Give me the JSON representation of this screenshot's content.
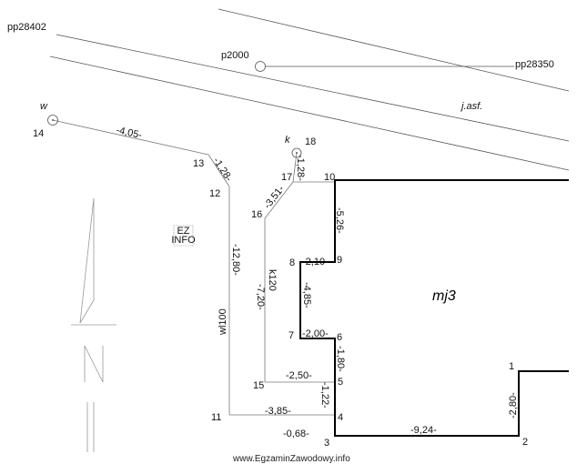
{
  "labels": {
    "pp28402": "pp28402",
    "p2000": "p2000",
    "pp28350": "pp28350",
    "jasf": "j.asf.",
    "w": "w",
    "k": "k",
    "wl100": "wl100",
    "k120": "k120",
    "mj3": "mj3"
  },
  "points": {
    "p1": "1",
    "p2": "2",
    "p3": "3",
    "p4": "4",
    "p5": "5",
    "p6": "6",
    "p7": "7",
    "p8": "8",
    "p9": "9",
    "p10": "10",
    "p11": "11",
    "p12": "12",
    "p13": "13",
    "p14": "14",
    "p15": "15",
    "p16": "16",
    "p17": "17",
    "p18": "18"
  },
  "dims": {
    "d405": "-4,05-",
    "d128a": "-1,28-",
    "d1280": "-12,80-",
    "d351": "-3,51-",
    "d128b": "-1,28-",
    "d526": "-5,26-",
    "d210": "-2,10-",
    "d485": "-4,85-",
    "d720": "-7,20-",
    "d200": "-2,00-",
    "d180": "-1,80-",
    "d250": "-2,50-",
    "d122": "-1,22-",
    "d385": "-3,85-",
    "d068": "-0,68-",
    "d924": "-9,24-",
    "d280": "-2,80-"
  },
  "logo": {
    "top": "EZ",
    "bottom": "INFO"
  },
  "watermark": "www.EgzaminZawodowy.info"
}
